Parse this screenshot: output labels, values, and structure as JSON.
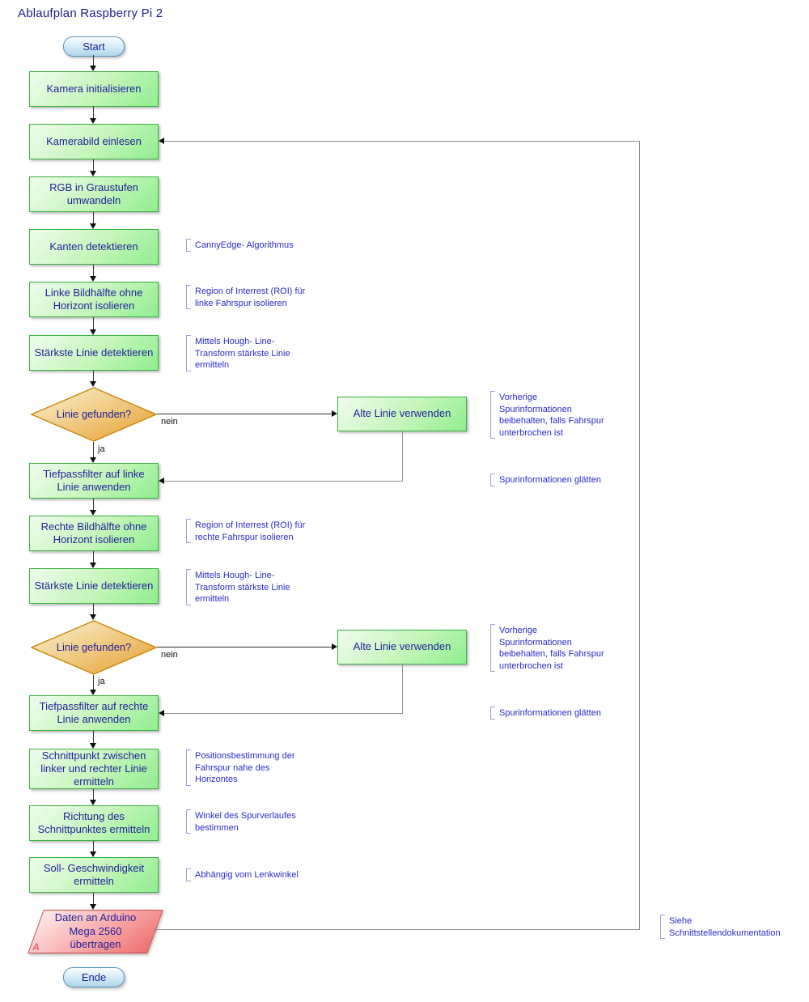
{
  "title": "Ablaufplan Raspberry Pi 2",
  "terminators": {
    "start": "Start",
    "end": "Ende"
  },
  "nodes": {
    "kamera_init": "Kamera initialisieren",
    "kamerabild": "Kamerabild einlesen",
    "rgb": "RGB in Graustufen umwandeln",
    "kanten": "Kanten detektieren",
    "linke_bildhaelfte": "Linke Bildhälfte ohne Horizont isolieren",
    "staerkste_linie_1": "Stärkste Linie detektieren",
    "alte_linie_1": "Alte Linie verwenden",
    "tiefpass_links": "Tiefpassfilter auf linke Linie anwenden",
    "rechte_bildhaelfte": "Rechte Bildhälfte ohne Horizont isolieren",
    "staerkste_linie_2": "Stärkste Linie detektieren",
    "alte_linie_2": "Alte Linie verwenden",
    "tiefpass_rechts": "Tiefpassfilter auf rechte Linie anwenden",
    "schnittpunkt": "Schnittpunkt zwischen linker und rechter Linie ermitteln",
    "richtung": "Richtung des Schnittpunktes ermitteln",
    "soll_geschwindigkeit": "Soll- Geschwindigkeit ermitteln",
    "arduino": "Daten an Arduino\nMega 2560\nübertragen",
    "arduino_connector_letter": "A"
  },
  "decisions": {
    "linie_gefunden_1": "Linie gefunden?",
    "linie_gefunden_2": "Linie gefunden?"
  },
  "edge_labels": {
    "ja": "ja",
    "nein": "nein"
  },
  "annotations": {
    "canny": "CannyEdge- Algorithmus",
    "roi_links": "Region of Interrest (ROI) für\nlinke Fahrspur isolieren",
    "hough_1": "Mittels Hough- Line-\nTransform stärkste Linie\nermitteln",
    "vorherige_1": "Vorherige\nSpurinformationen\nbeibehalten, falls Fahrspur\nunterbrochen ist",
    "glaetten_1": "Spurinformationen glätten",
    "roi_rechts": "Region of Interrest (ROI) für\nrechte Fahrspur isolieren",
    "hough_2": "Mittels Hough- Line-\nTransform stärkste Linie\nermitteln",
    "vorherige_2": "Vorherige\nSpurinformationen\nbeibehalten, falls Fahrspur\nunterbrochen ist",
    "glaetten_2": "Spurinformationen glätten",
    "position": "Positionsbestimmung der\nFahrspur nahe des\nHorizontes",
    "winkel": "Winkel des Spurverlaufes\nbestimmen",
    "lenkwinkel": "Abhängig vom Lenkwinkel",
    "siehe": "Siehe\nSchnittstellendokumentation"
  },
  "colors": {
    "process_fill": "#90ee90",
    "process_border": "#3cb043",
    "decision_fill": "#e8a33d",
    "decision_border": "#c8860a",
    "terminator_fill": "#aed6ea",
    "io_fill": "#ef6f6f",
    "text_navy": "#22229a",
    "annotation_blue": "#2b2bc8"
  }
}
